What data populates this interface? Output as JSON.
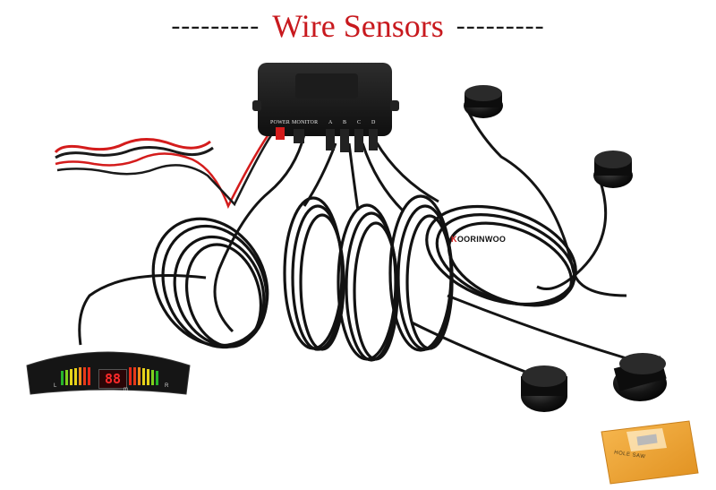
{
  "title": {
    "text": "Wire Sensors",
    "dashes_left": "---------",
    "dashes_right": "---------",
    "color": "#c8191e"
  },
  "control_box": {
    "ports": [
      {
        "id": "power",
        "label": "POWER"
      },
      {
        "id": "monitor",
        "label": "MONITOR"
      },
      {
        "id": "a",
        "label": "A"
      },
      {
        "id": "b",
        "label": "B"
      },
      {
        "id": "c",
        "label": "C"
      },
      {
        "id": "d",
        "label": "D"
      }
    ]
  },
  "brand": {
    "prefix": "K",
    "rest": "OORINWOO"
  },
  "display": {
    "digits": "88",
    "left_label": "L",
    "right_label": "R",
    "unit_label": "m"
  },
  "hole_saw_box": {
    "label": "HOLE SAW"
  },
  "colors": {
    "cable": "#141414",
    "sensor": "#0e0e0e",
    "power_wire_red": "#d41c1c",
    "box_orange": "#f0a430"
  }
}
